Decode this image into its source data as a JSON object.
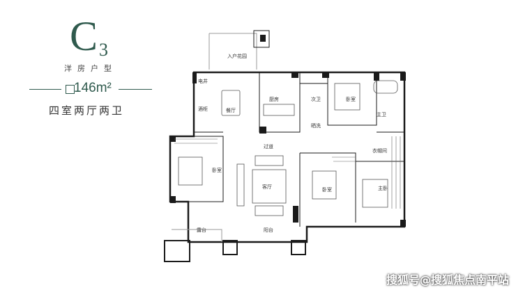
{
  "header": {
    "type_code_letter": "C",
    "type_code_num": "3",
    "house_type": "洋房户型",
    "area_value": "146m²",
    "layout_desc": "四室两厅两卫"
  },
  "rooms": {
    "entry_garden": "入户花园",
    "elevator": "电井",
    "dining": "餐厅",
    "kitchen": "厨房",
    "second_bath": "次卫",
    "bedroom_ne": "卧室",
    "master_bath": "主卫",
    "wine_cabinet": "酒柜",
    "laundry": "晒洗",
    "corridor": "过道",
    "cloakroom": "衣帽间",
    "bedroom_w": "卧室",
    "living": "客厅",
    "bedroom_c": "卧室",
    "master_bedroom": "主卧",
    "terrace": "露台",
    "balcony": "阳台"
  },
  "watermark": "搜狐号@搜狐焦点南平站",
  "colors": {
    "accent": "#2f5a4d",
    "wall": "#1a1a1a"
  }
}
